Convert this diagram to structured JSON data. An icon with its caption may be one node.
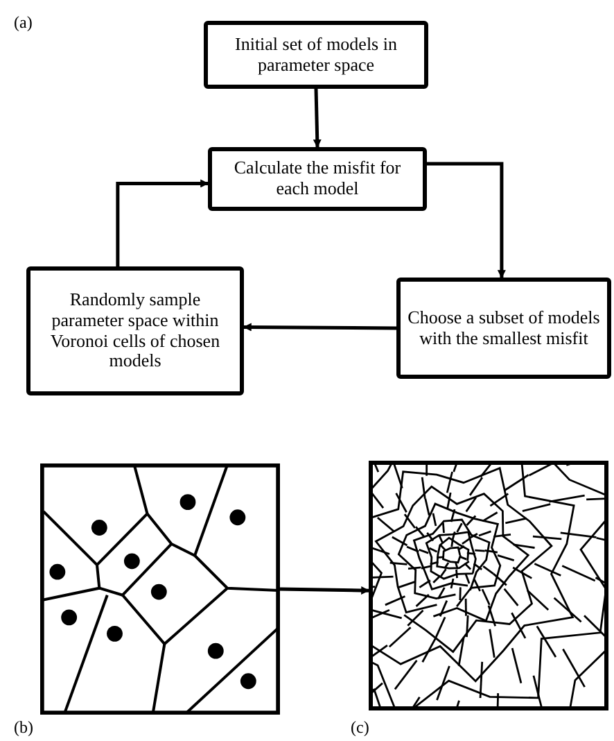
{
  "diagram": {
    "nodes": [
      {
        "text": [
          "Initial set of models in parameter space"
        ]
      },
      {
        "text": [
          "Calculate the misfit for each model"
        ]
      },
      {
        "text": [
          "Choose a subset of models with the smallest misfit"
        ]
      },
      {
        "text": [
          "Randomly sample parameter space within Voronoi cells of chosen models"
        ]
      },
      {
        "text": [],
        "shape": "picture"
      },
      {
        "text": [],
        "shape": "picture"
      }
    ],
    "edges": [
      {
        "from": 0,
        "to": 1,
        "arrow": "to"
      },
      {
        "from": 1,
        "to": 2,
        "arrow": "to"
      },
      {
        "from": 2,
        "to": 3,
        "arrow": "to"
      },
      {
        "from": 3,
        "to": 1,
        "arrow": "to"
      },
      {
        "from": 4,
        "to": 5,
        "arrow": "to"
      }
    ],
    "labels": [
      "(a)",
      "(b)",
      "(c)"
    ]
  }
}
